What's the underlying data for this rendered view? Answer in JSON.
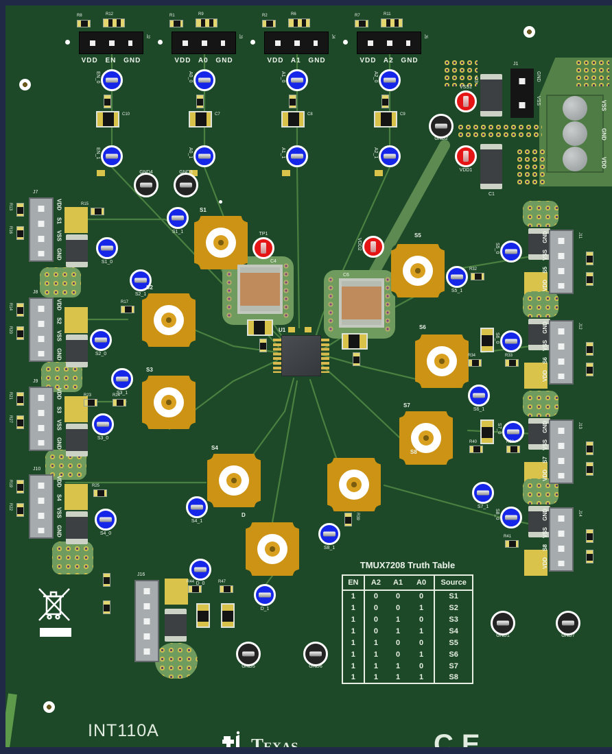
{
  "colors": {
    "board_green": "#1d4929",
    "edge_navy": "#202945",
    "trace_green": "#4a8040",
    "wide_trace": "#5c8a50",
    "sma_gold": "#cd9315",
    "tp_blue": "#1526e8",
    "tp_red": "#e51515",
    "silk_white": "#ecf3ea",
    "pad_gold": "#d9c34b"
  },
  "board": {
    "name": "INT110A",
    "brand": "Texas",
    "ce": "CE",
    "chip_ref": "U1",
    "j16_ref": "J16"
  },
  "control_groups": [
    {
      "ref": "J2",
      "r_left": "R8",
      "r_right": "R12",
      "pins": "VDD EN GND",
      "cap": "C10"
    },
    {
      "ref": "J3",
      "r_left": "R1",
      "r_right": "R9",
      "pins": "VDD A0 GND",
      "cap": "C7"
    },
    {
      "ref": "J4",
      "r_left": "R2",
      "r_right": "R6",
      "pins": "VDD A1 GND",
      "cap": "C8"
    },
    {
      "ref": "J5",
      "r_left": "R7",
      "r_right": "R11",
      "pins": "VDD A2 GND",
      "cap": "C9"
    }
  ],
  "power": {
    "j1_ref": "J1",
    "j1_pin_top": "GND",
    "j1_pin_bottom": "VSS",
    "cap_top": "C3",
    "cap_bottom": "C1",
    "terminal_pins": [
      "VSS",
      "GND",
      "VDD"
    ]
  },
  "left_connectors": [
    {
      "ref": "J7",
      "pins": [
        "VDD",
        "S1",
        "VSS",
        "GND"
      ],
      "r_top": "R13",
      "r_bot": "R16"
    },
    {
      "ref": "J8",
      "pins": [
        "VDD",
        "S2",
        "VSS",
        "GND"
      ],
      "r_top": "R14",
      "r_bot": "R20"
    },
    {
      "ref": "J9",
      "pins": [
        "VDD",
        "S3",
        "VSS",
        "GND"
      ],
      "r_top": "R21",
      "r_bot": "R27"
    },
    {
      "ref": "J10",
      "pins": [
        "VDD",
        "S4",
        "VSS",
        "GND"
      ],
      "r_top": "R19",
      "r_bot": "R22"
    }
  ],
  "right_connectors": [
    {
      "ref": "J11",
      "pins": [
        "GND",
        "VSS",
        "S5",
        "VDD"
      ]
    },
    {
      "ref": "J12",
      "pins": [
        "GND",
        "VSS",
        "S6",
        "VDD"
      ]
    },
    {
      "ref": "J13",
      "pins": [
        "GND",
        "VSS",
        "S7",
        "VDD"
      ]
    },
    {
      "ref": "J14",
      "pins": [
        "GND",
        "VSS",
        "S8",
        "VDD"
      ]
    }
  ],
  "sma_labels": [
    "S1",
    "S2",
    "S3",
    "S4",
    "S5",
    "S6",
    "S7",
    "S8",
    "D"
  ],
  "tp_blue": [
    "EN_0",
    "EN_1",
    "A0_0",
    "A0_1",
    "A1_0",
    "A1_1",
    "A2_0",
    "A2_1",
    "S1_1",
    "S1_0",
    "S2_1",
    "S2_0",
    "S3_1",
    "S3_0",
    "S4_1",
    "S4_0",
    "S5_0",
    "S5_1",
    "S6_0",
    "S6_1",
    "S7_0",
    "S7_1",
    "S8_0",
    "S8_1",
    "D_0",
    "D_1"
  ],
  "tp_red": [
    "TP1",
    "VDD2",
    "VSS1",
    "VDD1"
  ],
  "tp_black": [
    "GND4",
    "GND3",
    "GND2",
    "GND5",
    "GND6",
    "GND1",
    "GND7"
  ],
  "bigcaps": [
    "C4",
    "C6"
  ],
  "mid_refs": {
    "r15": "R15",
    "r17": "R17",
    "r23": "R23",
    "r24": "R24",
    "r25": "R25",
    "r32": "R32",
    "r33": "R33",
    "r34": "R34",
    "r40": "R40",
    "r28": "R28",
    "r41": "R41",
    "r39": "R39",
    "r44": "R44",
    "r47": "R47"
  },
  "truth_table": {
    "title": "TMUX7208 Truth Table",
    "headers": [
      "EN",
      "A2",
      "A1",
      "A0",
      "Source"
    ],
    "rows": [
      [
        "1",
        "0",
        "0",
        "0",
        "S1"
      ],
      [
        "1",
        "0",
        "0",
        "1",
        "S2"
      ],
      [
        "1",
        "0",
        "1",
        "0",
        "S3"
      ],
      [
        "1",
        "0",
        "1",
        "1",
        "S4"
      ],
      [
        "1",
        "1",
        "0",
        "0",
        "S5"
      ],
      [
        "1",
        "1",
        "0",
        "1",
        "S6"
      ],
      [
        "1",
        "1",
        "1",
        "0",
        "S7"
      ],
      [
        "1",
        "1",
        "1",
        "1",
        "S8"
      ]
    ]
  }
}
